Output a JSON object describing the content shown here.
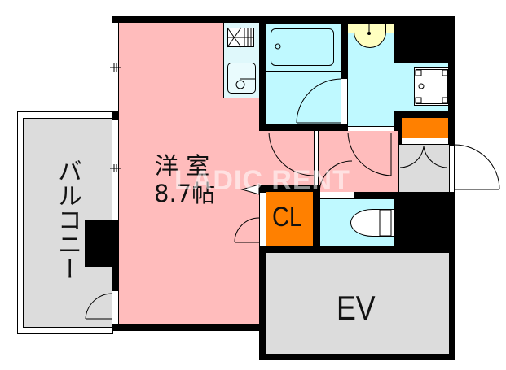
{
  "floorplan": {
    "rooms": {
      "western_room": {
        "label_line1": "洋 室",
        "label_line2": "8.7帖",
        "color": "#ffbcbc"
      },
      "balcony": {
        "label": "バルコニー",
        "color": "#dcdcdc"
      },
      "closet": {
        "label": "CL",
        "color": "#ff8000"
      },
      "elevator": {
        "label": "EV",
        "color": "#dcdcdc"
      },
      "bathroom": {
        "color": "#bff9ff"
      },
      "washroom": {
        "color": "#bff9ff"
      },
      "toilet": {
        "color": "#bff9ff"
      },
      "kitchen": {
        "color": "#dff8fb"
      },
      "entrance": {
        "color": "#dcdcdc"
      }
    },
    "watermark": "LADIC RENT",
    "colors": {
      "wall": "#000000",
      "room": "#ffbcbc",
      "wet_area": "#bff9ff",
      "storage": "#ff8000",
      "common": "#dcdcdc",
      "sink": "#ffffc0"
    }
  }
}
